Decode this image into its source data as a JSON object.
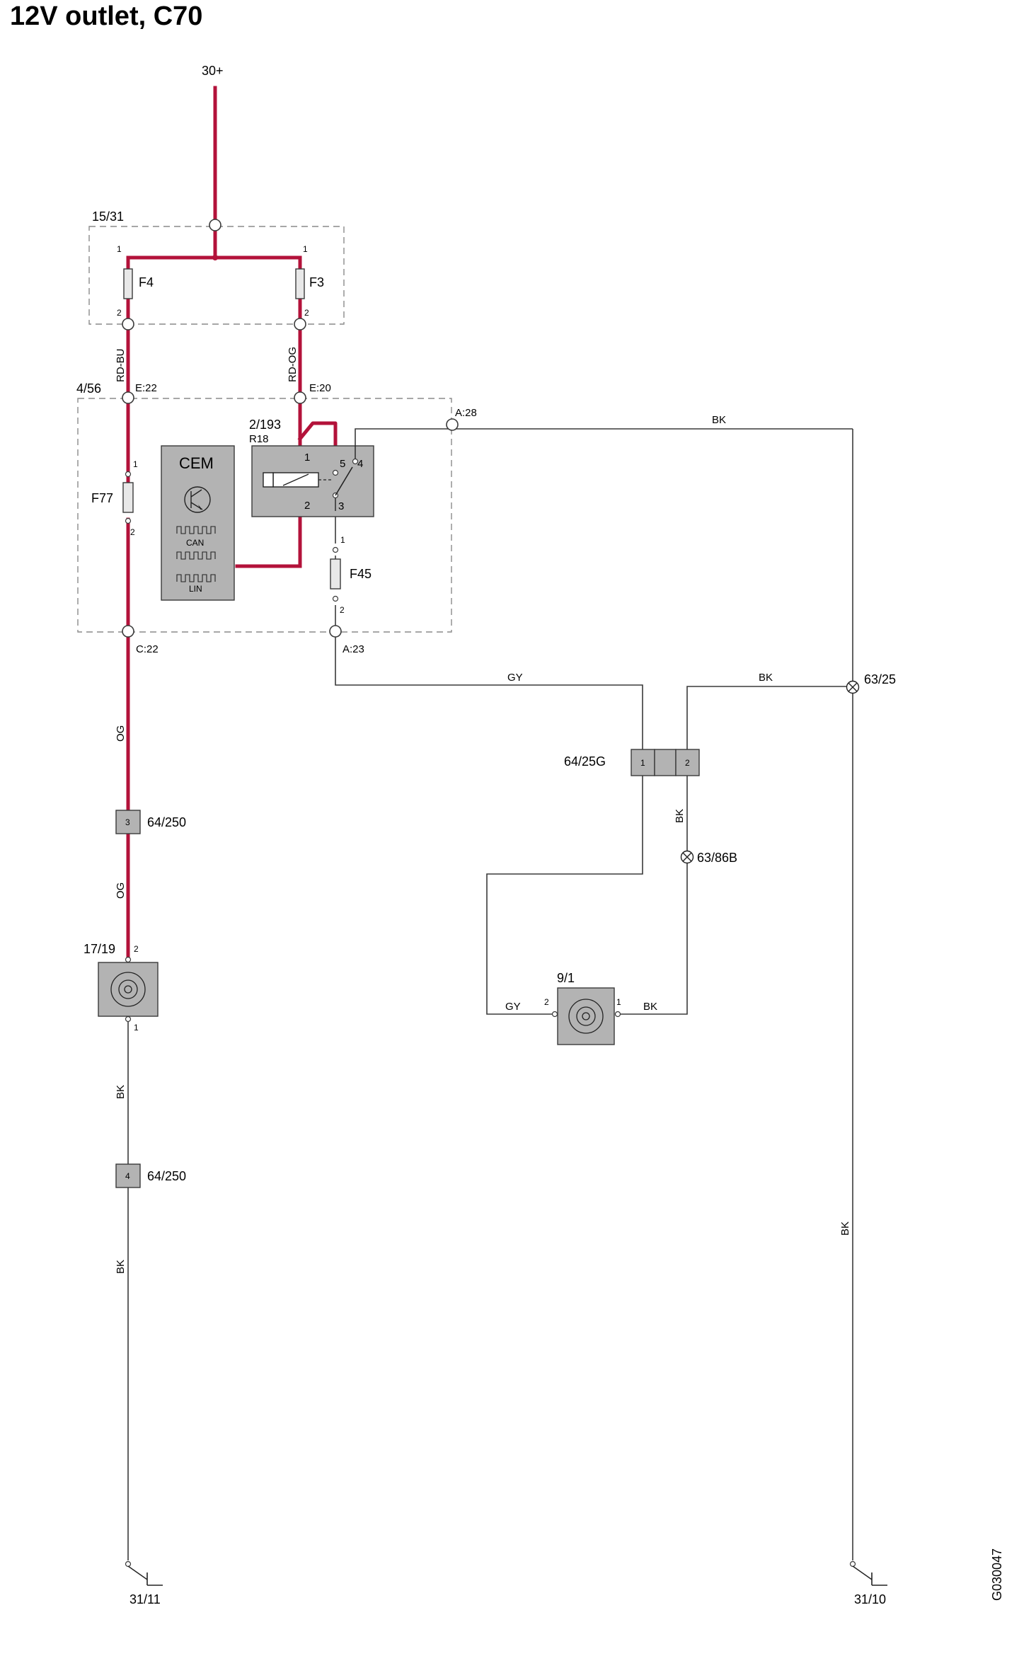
{
  "title": "12V outlet, C70",
  "doc_id": "G030047",
  "supply": "30+",
  "fusebox": {
    "label": "15/31",
    "f4": "F4",
    "f3": "F3",
    "pin1": "1",
    "pin2": "2"
  },
  "wires": {
    "rd_bu": "RD-BU",
    "rd_og": "RD-OG",
    "bk": "BK",
    "gy": "GY",
    "og": "OG"
  },
  "cem_box": {
    "label": "4/56",
    "e22": "E:22",
    "e20": "E:20",
    "a28": "A:28",
    "c22": "C:22",
    "a23": "A:23",
    "f77": "F77",
    "f45": "F45",
    "cem": "CEM",
    "can": "CAN",
    "lin": "LIN"
  },
  "relay": {
    "label": "2/193",
    "id": "R18",
    "p1": "1",
    "p2": "2",
    "p3": "3",
    "p4": "4",
    "p5": "5"
  },
  "connectors": {
    "c64_250_a": {
      "label": "64/250",
      "pin": "3"
    },
    "c64_250_b": {
      "label": "64/250",
      "pin": "4"
    },
    "c64_25g": {
      "label": "64/25G",
      "pin1": "1",
      "pin2": "2"
    }
  },
  "splices": {
    "s63_25": "63/25",
    "s63_86b": "63/86B"
  },
  "outlet": {
    "label": "17/19",
    "pin1": "1",
    "pin2": "2"
  },
  "lamp": {
    "label": "9/1",
    "pin1": "1",
    "pin2": "2"
  },
  "grounds": {
    "g31_11": "31/11",
    "g31_10": "31/10"
  },
  "colors": {
    "power_wire": "#b3123a",
    "thin_wire": "#3a3a3a",
    "component_fill": "#b3b3b3"
  }
}
